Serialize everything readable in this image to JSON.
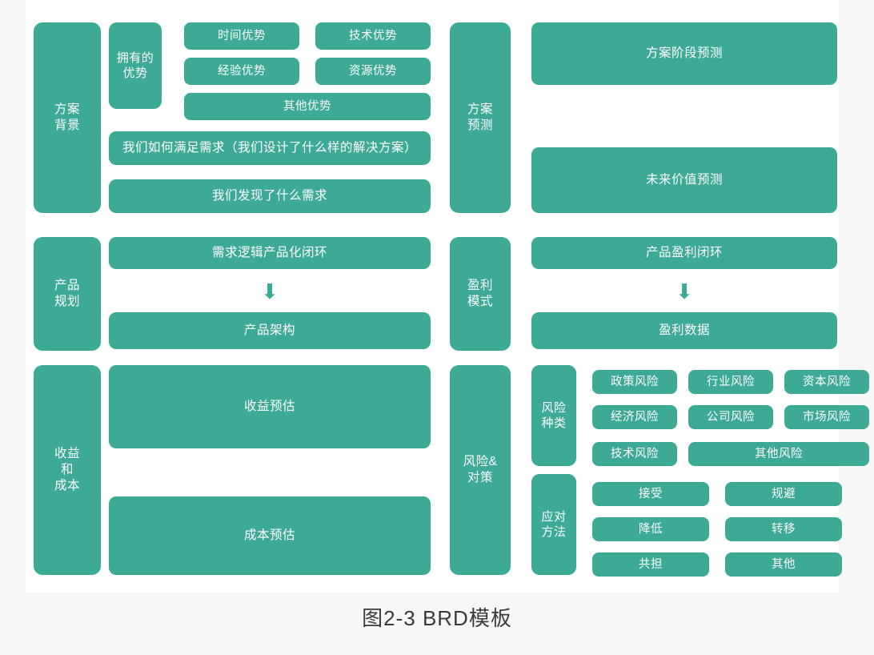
{
  "caption": "图2-3  BRD模板",
  "theme": {
    "block_color": "#3daa96",
    "text_color": "#ffffff",
    "canvas_bg": "#ffffff",
    "page_bg": "#f7f7f7",
    "arrow_color": "#3daa96",
    "caption_color": "#3b3b3b"
  },
  "arrows": {
    "glyph": "⬇"
  },
  "sections": {
    "plan_background": {
      "spine": "方案\n背景",
      "sub_advantage": "拥有的\n优势",
      "advantages": [
        "时间优势",
        "技术优势",
        "经验优势",
        "资源优势",
        "其他优势"
      ],
      "rows": [
        "我们如何满足需求（我们设计了什么样的解决方案）",
        "我们发现了什么需求"
      ]
    },
    "plan_forecast": {
      "spine": "方案\n预测",
      "rows": [
        "方案阶段预测",
        "未来价值预测"
      ]
    },
    "product_plan": {
      "spine": "产品\n规划",
      "rows": [
        "需求逻辑产品化闭环",
        "产品架构"
      ]
    },
    "profit_model": {
      "spine": "盈利\n模式",
      "rows": [
        "产品盈利闭环",
        "盈利数据"
      ]
    },
    "revenue_cost": {
      "spine": "收益\n和\n成本",
      "rows": [
        "收益预估",
        "成本预估"
      ]
    },
    "risk_measures": {
      "spine": "风险&\n对策",
      "risk_types": {
        "sub": "风险\n种类",
        "items": [
          "政策风险",
          "行业风险",
          "资本风险",
          "经济风险",
          "公司风险",
          "市场风险",
          "技术风险"
        ],
        "wide_item": "其他风险"
      },
      "response_methods": {
        "sub": "应对\n方法",
        "items": [
          "接受",
          "规避",
          "降低",
          "转移",
          "共担",
          "其他"
        ]
      }
    }
  }
}
